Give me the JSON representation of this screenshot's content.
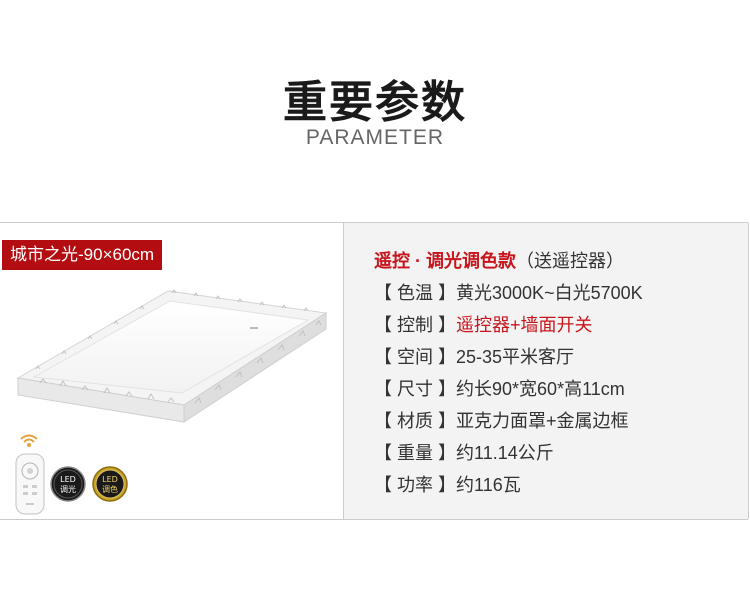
{
  "header": {
    "title": "重要参数",
    "subtitle": "PARAMETER"
  },
  "product": {
    "model_tag": "城市之光-90×60cm",
    "badges": {
      "dimming": {
        "top": "LED",
        "bottom": "调光"
      },
      "toning": {
        "top": "LED",
        "bottom": "调色"
      }
    }
  },
  "specs": {
    "headline": {
      "name": "遥控 · 调光调色款",
      "note": "（送遥控器）"
    },
    "rows": [
      {
        "label": "【 色温 】",
        "value": "黄光3000K~白光5700K",
        "highlight": false
      },
      {
        "label": "【 控制 】",
        "value": "遥控器+墙面开关",
        "highlight": true
      },
      {
        "label": "【 空间 】",
        "value": "25-35平米客厅",
        "highlight": false
      },
      {
        "label": "【 尺寸 】",
        "value": "约长90*宽60*高11cm",
        "highlight": false
      },
      {
        "label": "【 材质 】",
        "value": "亚克力面罩+金属边框",
        "highlight": false
      },
      {
        "label": "【 重量 】",
        "value": "约11.14公斤",
        "highlight": false
      },
      {
        "label": "【 功率 】",
        "value": "约116瓦",
        "highlight": false
      }
    ]
  },
  "colors": {
    "accent_red": "#c8161d",
    "tag_red": "#b30d12",
    "badge_gold": "#c9a227",
    "badge_dark": "#1a1a1a",
    "wifi_orange": "#e8a23a"
  }
}
